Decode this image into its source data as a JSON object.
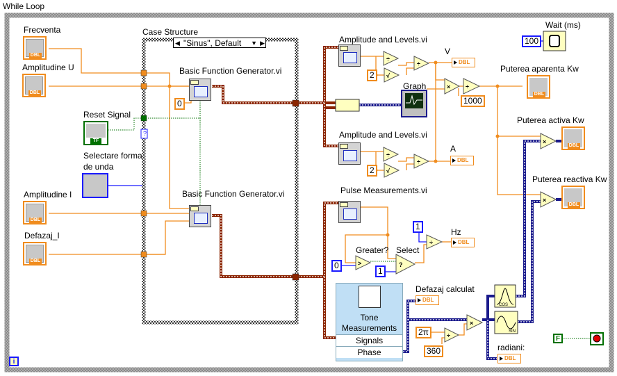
{
  "loop": {
    "title": "While Loop",
    "iteration_terminal": "i"
  },
  "case_structure": {
    "title": "Case Structure",
    "selector": "\"Sinus\", Default"
  },
  "controls": {
    "frecventa": {
      "label": "Frecventa",
      "type": "DBL"
    },
    "amplitudine_u": {
      "label": "Amplitudine U",
      "type": "DBL"
    },
    "reset_signal": {
      "label": "Reset Signal",
      "type": "TF"
    },
    "selectare": {
      "label_line1": "Selectare forma",
      "label_line2": "de unda"
    },
    "amplitudine_i": {
      "label": "Amplitudine I",
      "type": "DBL"
    },
    "defazaj_i": {
      "label": "Defazaj_I",
      "type": "DBL"
    }
  },
  "subvis": {
    "bfg1": "Basic Function Generator.vi",
    "bfg2": "Basic Function Generator.vi",
    "al1": "Amplitude and Levels.vi",
    "al2": "Amplitude and Levels.vi",
    "pulse": "Pulse Measurements.vi",
    "graph": "Graph",
    "wait": "Wait (ms)"
  },
  "tone": {
    "line1": "Tone",
    "line2": "Measurements",
    "terminals": [
      "Signals",
      "Phase"
    ]
  },
  "constants": {
    "zero_bfg": "0",
    "two_a": "2",
    "two_b": "2",
    "thousand": "1000",
    "wait_ms": "100",
    "zero_greater": "0",
    "one_select": "1",
    "one_div": "1",
    "two_pi": "2π",
    "three_sixty": "360",
    "false_const": "F",
    "case_unknown": "?"
  },
  "primitives": {
    "greater": "Greater?",
    "select": "Select"
  },
  "indicators": {
    "v": {
      "label": "V",
      "type": "DBL"
    },
    "a": {
      "label": "A",
      "type": "DBL"
    },
    "hz": {
      "label": "Hz",
      "type": "DBL"
    },
    "defazaj_calculat": {
      "label": "Defazaj calculat",
      "type": "DBL"
    },
    "radiani": {
      "label": "radiani:",
      "type": "DBL"
    },
    "p_aparenta": {
      "label": "Puterea aparenta   Kw",
      "type": "DBL"
    },
    "p_activa": {
      "label": "Puterea activa   Kw",
      "type": "DBL"
    },
    "p_reactiva": {
      "label": "Puterea reactiva Kw",
      "type": "DBL"
    }
  },
  "colors": {
    "numeric": "#f08c1e",
    "waveform": "#8b2500",
    "integer": "#1a1aff",
    "boolean": "#007000",
    "cluster": "#1a1a8c"
  }
}
